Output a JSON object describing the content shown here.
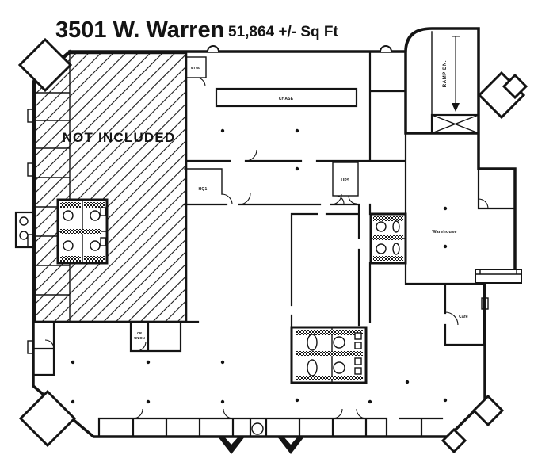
{
  "page": {
    "background": "#ffffff",
    "ink": "#141414"
  },
  "header": {
    "title": "3501 W. Warren",
    "area": "51,864 +/- Sq Ft"
  },
  "labels": {
    "not_included": "NOT INCLUDED",
    "mtng": "MTNG",
    "chase": "CHASE",
    "ramp_dn": "RAMP DN.",
    "hq1": "HQ1",
    "ups": "UPS",
    "warehouse": "Warehouse",
    "cr_union_l1": "CR",
    "cr_union_l2": "UNION",
    "cafe": "Cafe"
  }
}
